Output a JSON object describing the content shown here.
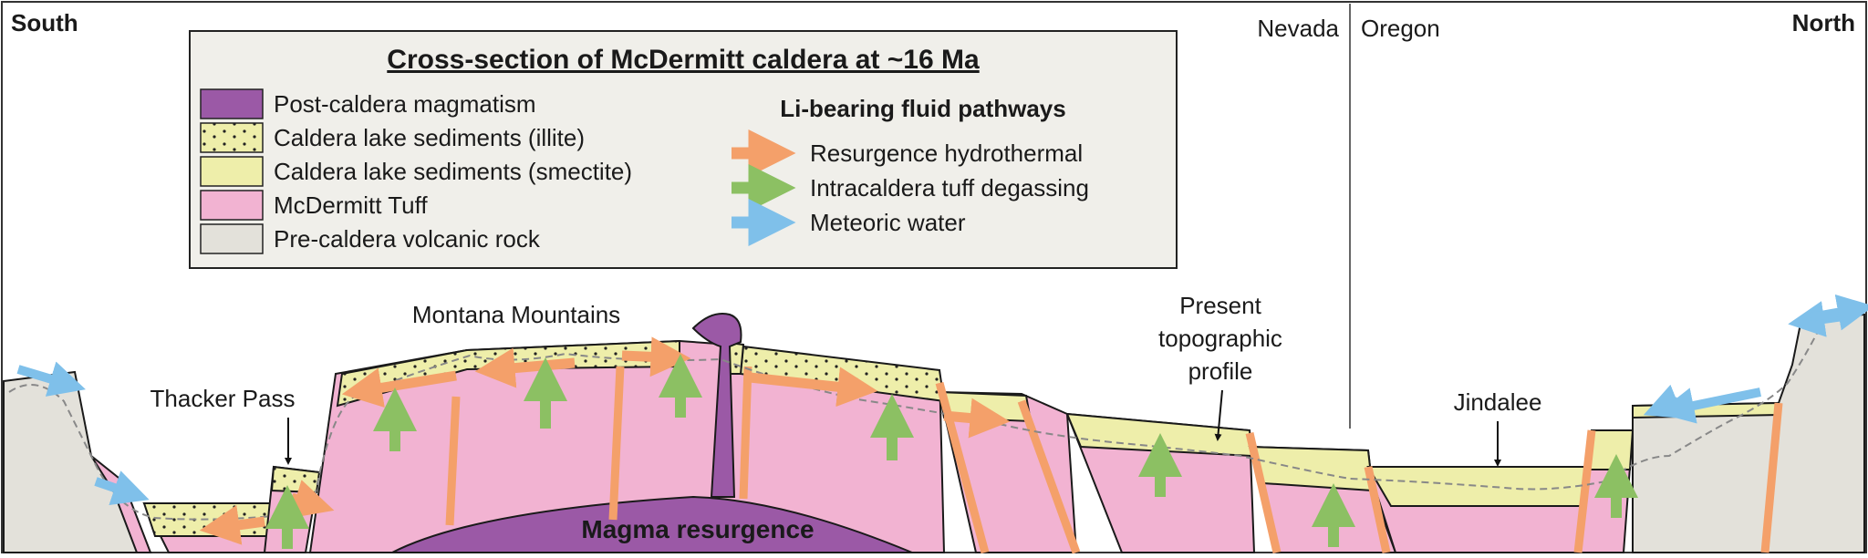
{
  "title": "Cross-section of McDermitt caldera at ~16 Ma",
  "edges": {
    "south": "South",
    "north": "North"
  },
  "states": {
    "left": "Nevada",
    "right": "Oregon"
  },
  "legend": {
    "units": [
      {
        "label": "Post-caldera magmatism",
        "color": "#9b59a6"
      },
      {
        "label": "Caldera lake sediments (illite)",
        "color": "#eeeeaa",
        "dotted": true
      },
      {
        "label": "Caldera lake sediments (smectite)",
        "color": "#eeeeaa"
      },
      {
        "label": "McDermitt Tuff",
        "color": "#f2b3d2"
      },
      {
        "label": "Pre-caldera volcanic rock",
        "color": "#e3e1da"
      }
    ],
    "pathways_title": "Li-bearing fluid pathways",
    "pathways": [
      {
        "label": "Resurgence hydrothermal",
        "color": "#f4a06a"
      },
      {
        "label": "Intracaldera tuff degassing",
        "color": "#8cc063"
      },
      {
        "label": "Meteoric water",
        "color": "#7fc0ea"
      }
    ]
  },
  "labels": {
    "thacker_pass": "Thacker Pass",
    "montana_mountains": "Montana Mountains",
    "topo": [
      "Present",
      "topographic",
      "profile"
    ],
    "jindalee": "Jindalee",
    "magma": "Magma resurgence"
  }
}
